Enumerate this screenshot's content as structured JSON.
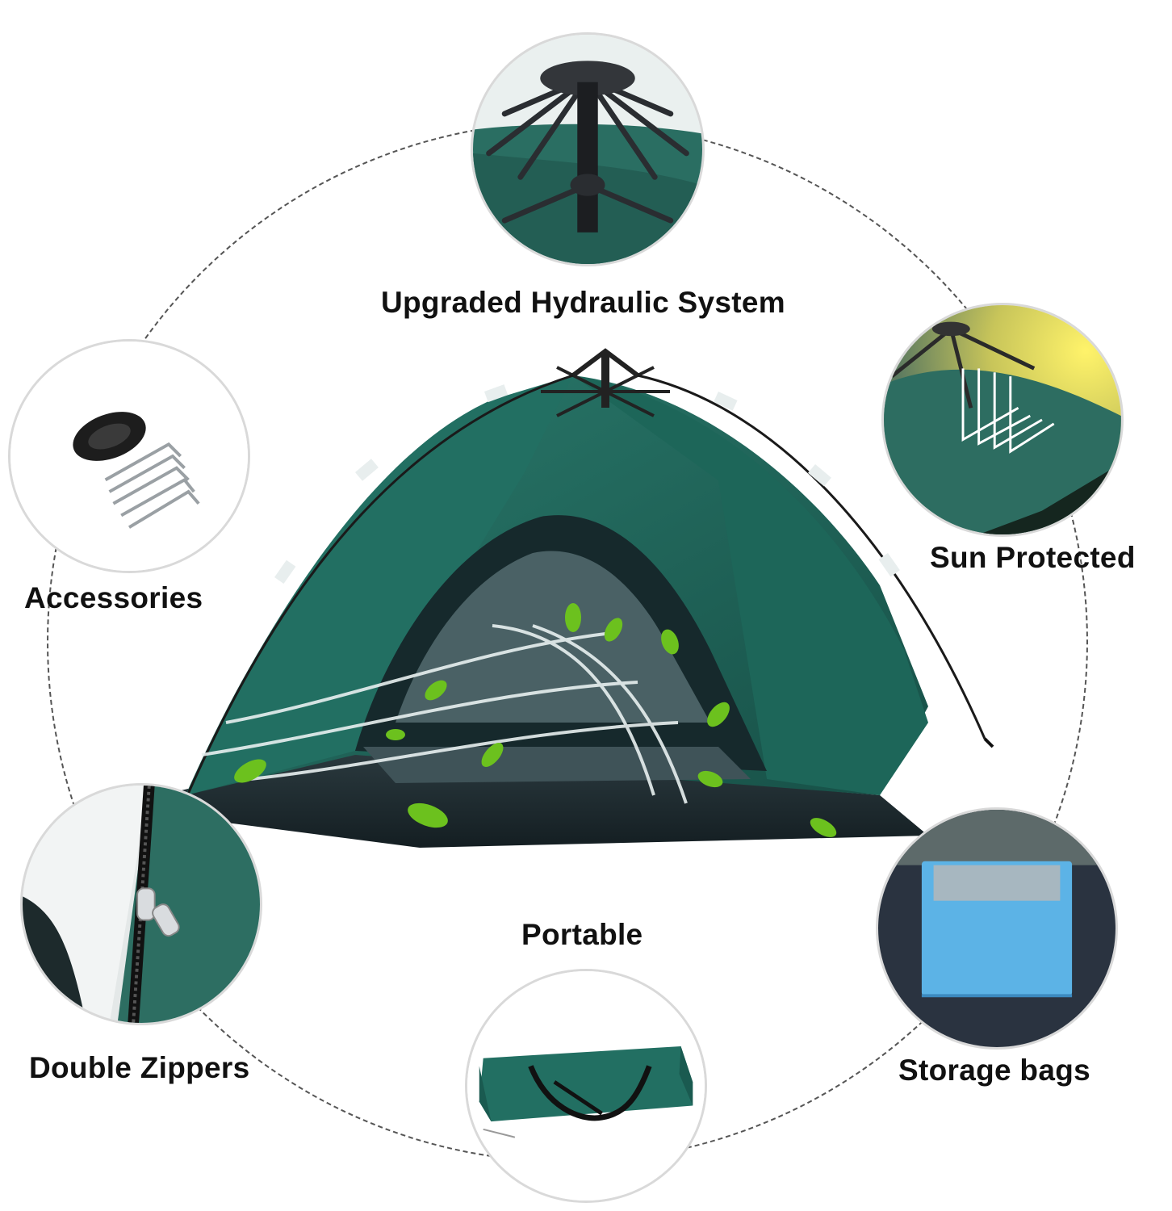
{
  "features": {
    "hydraulic": {
      "label": "Upgraded Hydraulic System",
      "icon": "hydraulic-hub-icon"
    },
    "sun": {
      "label": "Sun Protected",
      "icon": "sun-reflect-icon"
    },
    "accessories": {
      "label": "Accessories",
      "icon": "stakes-rope-icon"
    },
    "zippers": {
      "label": "Double Zippers",
      "icon": "zipper-icon"
    },
    "storage": {
      "label": "Storage bags",
      "icon": "storage-pocket-icon"
    },
    "portable": {
      "label": "Portable",
      "icon": "carry-bag-icon"
    }
  },
  "colors": {
    "tent_green": "#1f5e55",
    "tent_dark": "#1b2a2e",
    "pocket_blue": "#5cb3e6",
    "leaf_green": "#6cc11e"
  }
}
